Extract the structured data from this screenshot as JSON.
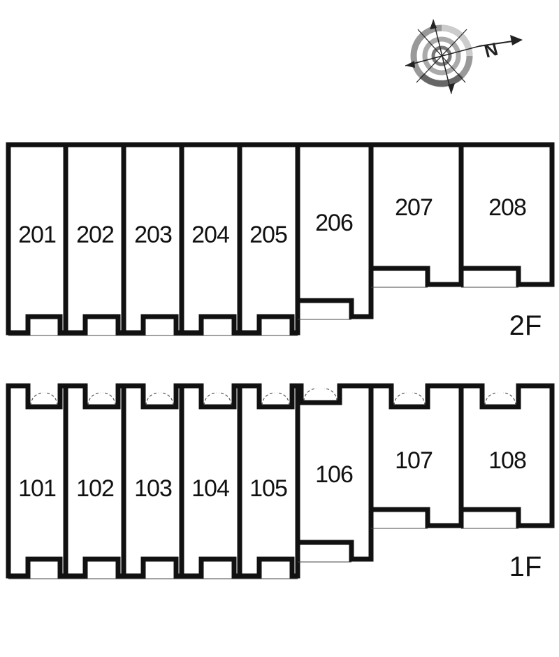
{
  "floors": {
    "second": {
      "label": "2F",
      "units": [
        "201",
        "202",
        "203",
        "204",
        "205",
        "206",
        "207",
        "208"
      ]
    },
    "first": {
      "label": "1F",
      "units": [
        "101",
        "102",
        "103",
        "104",
        "105",
        "106",
        "107",
        "108"
      ]
    }
  },
  "compass": {
    "letter": "N"
  }
}
